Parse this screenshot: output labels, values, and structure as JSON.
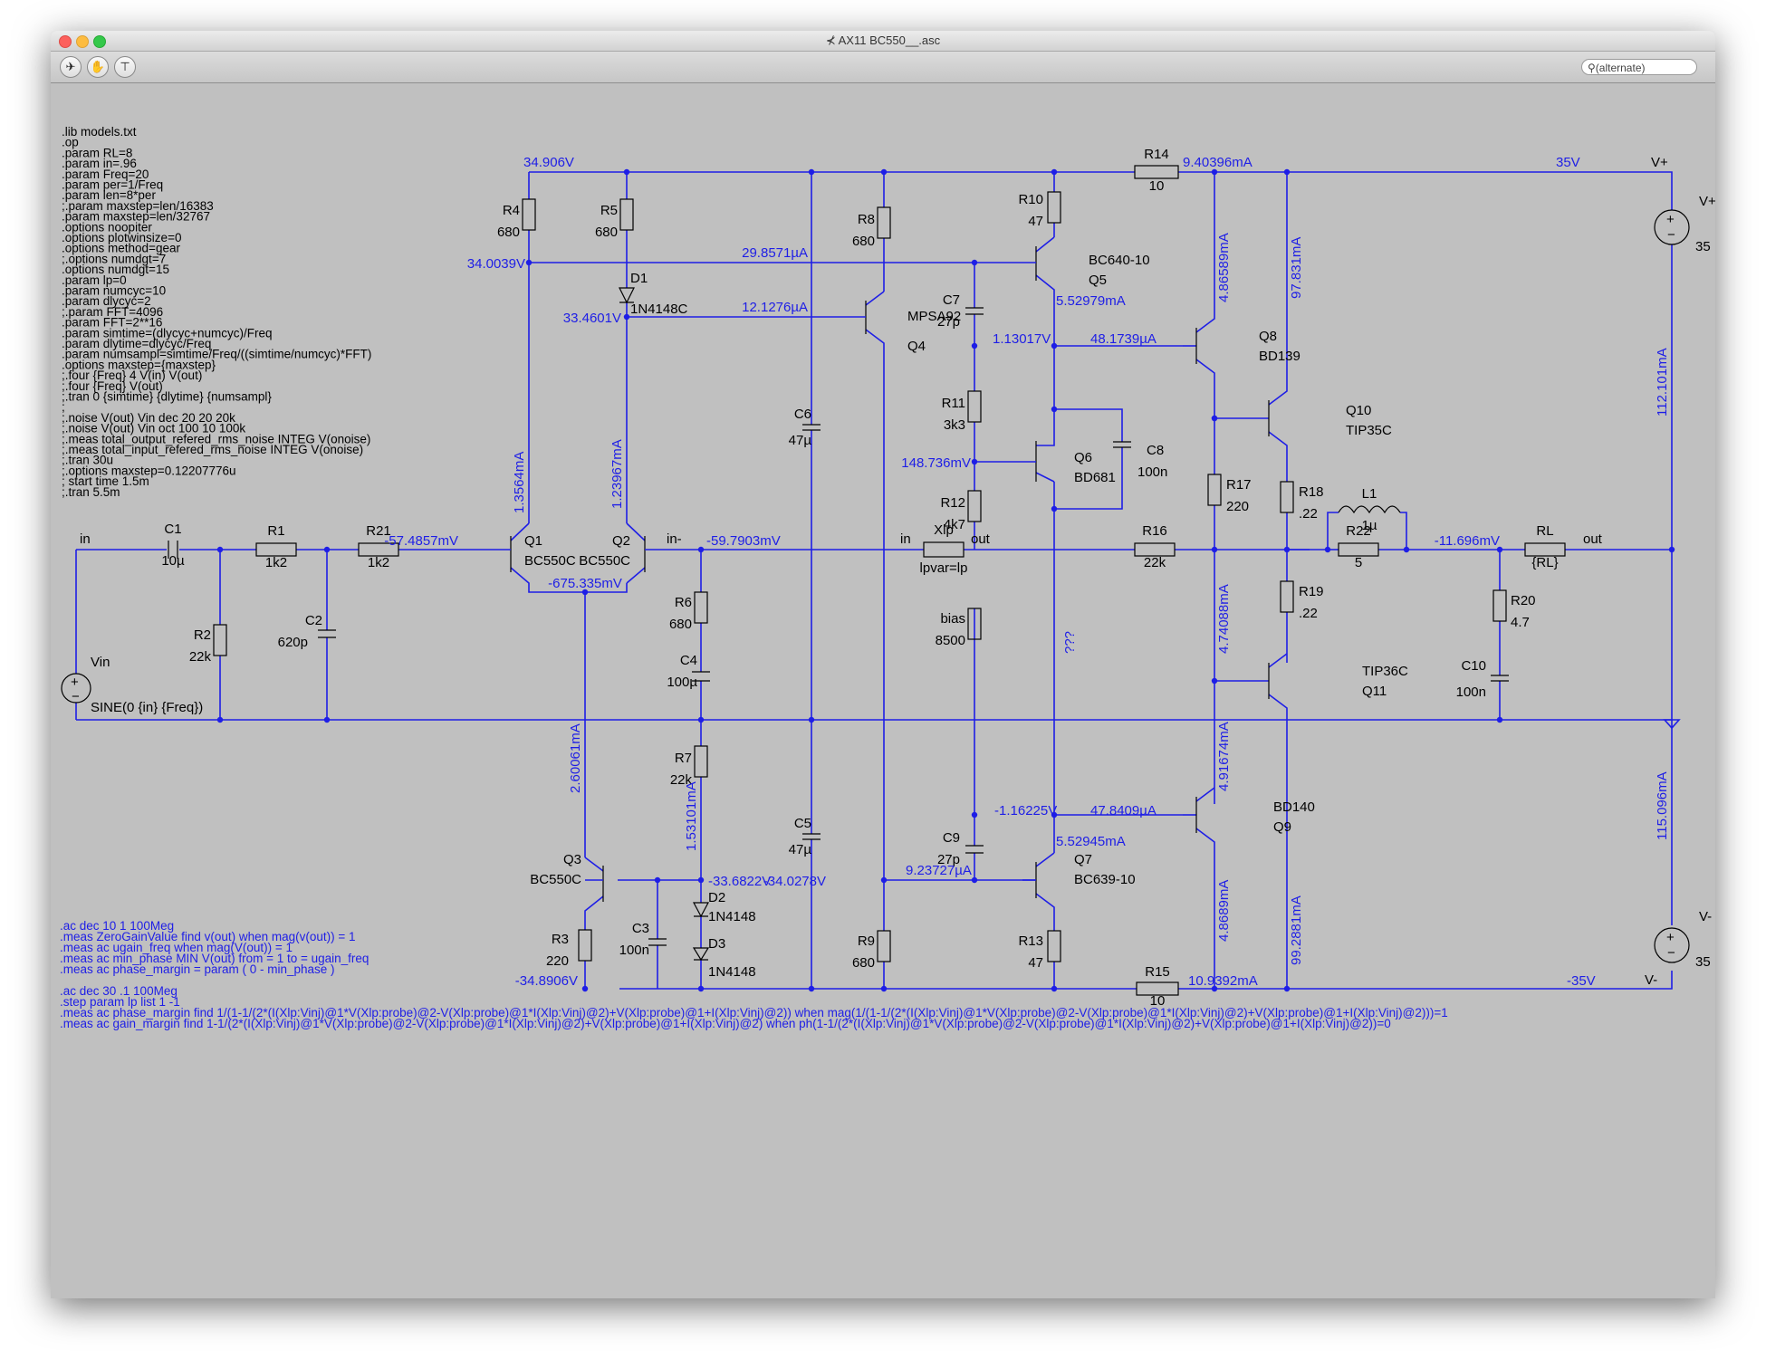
{
  "window": {
    "title": "AX11 BC550__.asc",
    "search_placeholder": "(alternate)"
  },
  "toolbar": {
    "run_icon": "run-icon",
    "halt_icon": "hand-icon",
    "probe_icon": "probe-icon"
  },
  "directives_top": [
    ".lib models.txt",
    ".op",
    ".param RL=8",
    ".param in=.96",
    ".param Freq=20",
    ".param per=1/Freq",
    ".param len=8*per",
    ";.param maxstep=len/16383",
    ".param maxstep=len/32767",
    ".options noopiter",
    ".options plotwinsize=0",
    ".options method=gear",
    ";.options numdgt=7",
    ".options numdgt=15",
    ".param lp=0",
    ".param numcyc=10",
    ".param dlycyc=2",
    ";.param FFT=4096",
    ".param FFT=2**16",
    ".param simtime=(dlycyc+numcyc)/Freq",
    ".param dlytime=dlycyc/Freq",
    ".param numsampl=simtime/Freq/((simtime/numcyc)*FFT)",
    ".options maxstep={maxstep}",
    ";.four {Freq} 4 V(in) V(out)",
    ";.four {Freq} V(out)",
    ";.tran 0 {simtime} {dlytime} {numsampl}",
    ";",
    ";.noise V(out) Vin dec 20 20 20k",
    ";.noise V(out) Vin oct 100 10 100k",
    ";.meas total_output_refered_rms_noise INTEG V(onoise)",
    ";.meas total_input_refered_rms_noise INTEG V(onoise)",
    ";.tran 30u",
    ";.options maxstep=0.12207776u",
    "; start time 1.5m",
    ";.tran 5.5m"
  ],
  "directives_bottom": [
    ".ac dec 10 1 100Meg",
    ".meas ZeroGainValue find v(out) when mag(v(out)) = 1",
    ".meas ac ugain_freq when mag(V(out)) = 1",
    ".meas ac min_phase MIN V(out) from = 1 to = ugain_freq",
    ".meas ac phase_margin = param ( 0 - min_phase )",
    "",
    ".ac dec 30 .1 100Meg",
    ".step param lp list 1 -1",
    ".meas ac phase_margin find 1/(1-1/(2*(I(Xlp:Vinj)@1*V(Xlp:probe)@2-V(Xlp:probe)@1*I(Xlp:Vinj)@2)+V(Xlp:probe)@1+I(Xlp:Vinj)@2)) when mag(1/(1-1/(2*(I(Xlp:Vinj)@1*V(Xlp:probe)@2-V(Xlp:probe)@1*I(Xlp:Vinj)@2)+V(Xlp:probe)@1+I(Xlp:Vinj)@2)))=1",
    ".meas ac gain_margin find 1-1/(2*(I(Xlp:Vinj)@1*V(Xlp:probe)@2-V(Xlp:probe)@1*I(Xlp:Vinj)@2)+V(Xlp:probe)@1+I(Xlp:Vinj)@2) when ph(1-1/(2*(I(Xlp:Vinj)@1*V(Xlp:probe)@2-V(Xlp:probe)@1*I(Xlp:Vinj)@2)+V(Xlp:probe)@1+I(Xlp:Vinj)@2))=0"
  ],
  "components": {
    "R4": [
      "R4",
      "680"
    ],
    "R5": [
      "R5",
      "680"
    ],
    "R8": [
      "R8",
      "680"
    ],
    "R10": [
      "R10",
      "47"
    ],
    "R14": [
      "R14",
      "10"
    ],
    "R1": [
      "R1",
      "1k2"
    ],
    "R21": [
      "R21",
      "1k2"
    ],
    "R2": [
      "R2",
      "22k"
    ],
    "C1": [
      "C1",
      "10µ"
    ],
    "C2": [
      "C2",
      "620p"
    ],
    "R6": [
      "R6",
      "680"
    ],
    "C4": [
      "C4",
      "100µ"
    ],
    "R7": [
      "R7",
      "22k"
    ],
    "R3": [
      "R3",
      "220"
    ],
    "C3": [
      "C3",
      "100n"
    ],
    "C6": [
      "C6",
      "47µ"
    ],
    "C5": [
      "C5",
      "47µ"
    ],
    "R9": [
      "R9",
      "680"
    ],
    "C7": [
      "C7",
      "27p"
    ],
    "R11": [
      "R11",
      "3k3"
    ],
    "R12": [
      "R12",
      "4k7"
    ],
    "bias": [
      "bias",
      "8500"
    ],
    "C8": [
      "C8",
      "100n"
    ],
    "C9": [
      "C9",
      "27p"
    ],
    "R13": [
      "R13",
      "47"
    ],
    "R15": [
      "R15",
      "10"
    ],
    "R17": [
      "R17",
      "220"
    ],
    "R16": [
      "R16",
      "22k"
    ],
    "R18": [
      "R18",
      ".22"
    ],
    "R19": [
      "R19",
      ".22"
    ],
    "L1": [
      "L1",
      "1µ"
    ],
    "R22": [
      "R22",
      "5"
    ],
    "R20": [
      "R20",
      "4.7"
    ],
    "C10": [
      "C10",
      "100n"
    ],
    "RL": [
      "RL",
      "{RL}"
    ],
    "Vplus": [
      "V+",
      "35"
    ],
    "Vminus": [
      "V-",
      "35"
    ],
    "Vin": [
      "Vin",
      "SINE(0 {in} {Freq})"
    ],
    "D1": [
      "D1",
      "1N4148C"
    ],
    "D2": [
      "D2",
      "1N4148"
    ],
    "D3": [
      "D3",
      "1N4148"
    ],
    "Q1": [
      "Q1",
      "BC550C"
    ],
    "Q2": [
      "Q2",
      "BC550C"
    ],
    "Q3": [
      "Q3",
      "BC550C"
    ],
    "Q4": [
      "Q4",
      "MPSA92"
    ],
    "Q5": [
      "Q5",
      "BC640-10"
    ],
    "Q6": [
      "Q6",
      "BD681"
    ],
    "Q7": [
      "Q7",
      "BC639-10"
    ],
    "Q8": [
      "Q8",
      "BD139"
    ],
    "Q9": [
      "Q9",
      "BD140"
    ],
    "Q10": [
      "Q10",
      "TIP35C"
    ],
    "Q11": [
      "Q11",
      "TIP36C"
    ],
    "Xlp": [
      "Xlp",
      "lpvar=lp"
    ]
  },
  "nets": {
    "in": "in",
    "in_minus": "in-",
    "out": "out",
    "xlp_in": "in",
    "xlp_out": "out",
    "out2": "out",
    "vplus": "V+",
    "vminus": "V-"
  },
  "readouts": {
    "v_top": "34.906V",
    "v_r4": "34.0039V",
    "i_q5b": "29.8571µA",
    "v_d1": "33.4601V",
    "i_q4b": "12.1276µA",
    "i_r14": "9.40396mA",
    "v_rail_p": "35V",
    "i_q8c": "4.86589mA",
    "i_q10c": "97.831mA",
    "i_vp": "112.101mA",
    "i_q5c": "5.52979mA",
    "v_c7": "1.13017V",
    "i_q8b": "48.1739µA",
    "v_q6b": "148.736mV",
    "v_in_node": "-57.4857mV",
    "v_inm": "-59.7903mV",
    "v_tail": "-675.335mV",
    "v_out": "-11.696mV",
    "i_q1c": "1.3564mA",
    "i_q2c": "1.23967mA",
    "i_r17": "4.74088mA",
    "unknown": "???",
    "v_q9b": "-1.16225V",
    "i_q9b": "47.8409µA",
    "i_q9c": "4.91674mA",
    "i_q7c": "5.52945mA",
    "v_d2": "-33.6822V",
    "v_c5": "-34.0278V",
    "i_q7b": "9.23727µA",
    "i_q3c": "2.60061mA",
    "i_r7": "1.53101mA",
    "v_bot": "-34.8906V",
    "i_r15": "10.9392mA",
    "v_rail_n": "-35V",
    "i_q9e": "4.8689mA",
    "i_q11c": "99.2881mA",
    "i_vm": "115.096mA"
  }
}
